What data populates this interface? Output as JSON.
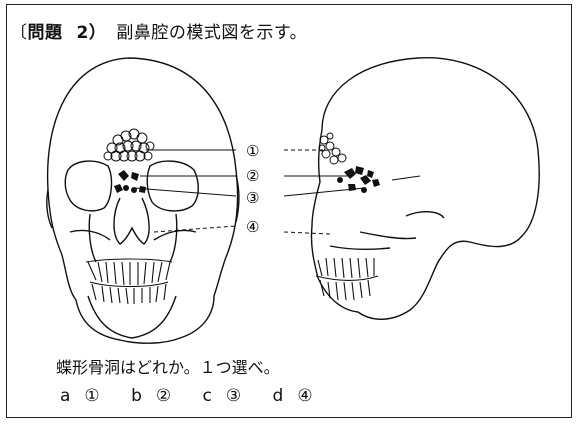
{
  "header": {
    "open_bracket": "〔",
    "label": "問題",
    "number": "2）",
    "title": "副鼻腔の模式図を示す。"
  },
  "figure": {
    "markers": [
      "①",
      "②",
      "③",
      "④"
    ]
  },
  "question": {
    "text": "蝶形骨洞はどれか。１つ選べ。"
  },
  "choices": [
    {
      "letter": "a",
      "mark": "①"
    },
    {
      "letter": "b",
      "mark": "②"
    },
    {
      "letter": "c",
      "mark": "③"
    },
    {
      "letter": "d",
      "mark": "④"
    }
  ]
}
